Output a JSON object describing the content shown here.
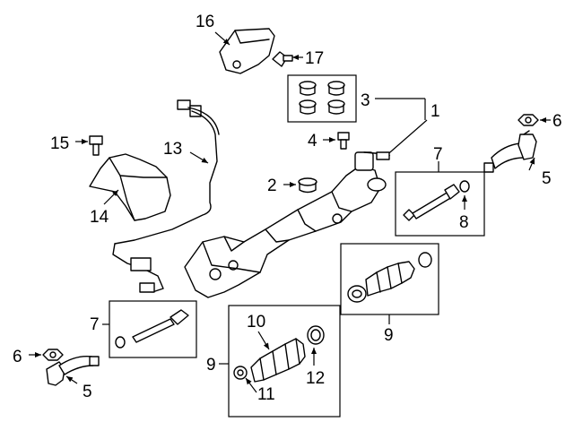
{
  "diagram": {
    "callouts": {
      "c1": "1",
      "c2": "2",
      "c3": "3",
      "c4": "4",
      "c5a": "5",
      "c5b": "5",
      "c6a": "6",
      "c6b": "6",
      "c7a": "7",
      "c7b": "7",
      "c8": "8",
      "c9a": "9",
      "c9b": "9",
      "c10": "10",
      "c11": "11",
      "c12": "12",
      "c13": "13",
      "c14": "14",
      "c15": "15",
      "c16": "16",
      "c17": "17"
    }
  }
}
